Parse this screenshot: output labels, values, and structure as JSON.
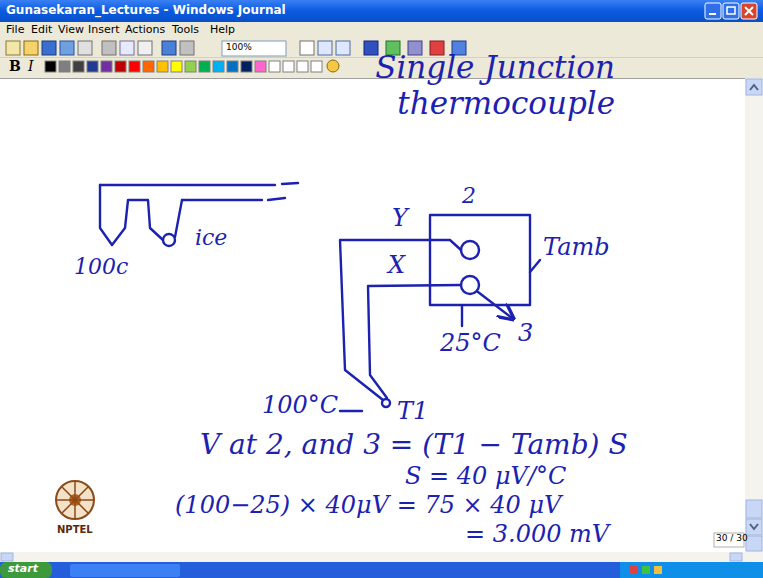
{
  "diagram": {
    "title": "Single Junction thermocouple",
    "labels": [
      "Gunasekaran_Lectures - Windows Journal",
      "File",
      "Edit",
      "View",
      "Insert",
      "Actions",
      "Tools",
      "Help",
      "100%",
      "B",
      "I",
      "100c",
      "ice",
      "Y",
      "X",
      "2",
      "Tamb",
      "100°C",
      "T1",
      "25°C",
      "3",
      "V at 2, and 3 = (T1 − Tamb) S",
      "S = 40 μV/°C",
      "(100−25) × 40μV = 75 × 40 μV",
      "= 3.000 mV",
      "NPTEL",
      "30 / 30",
      "start"
    ]
  }
}
